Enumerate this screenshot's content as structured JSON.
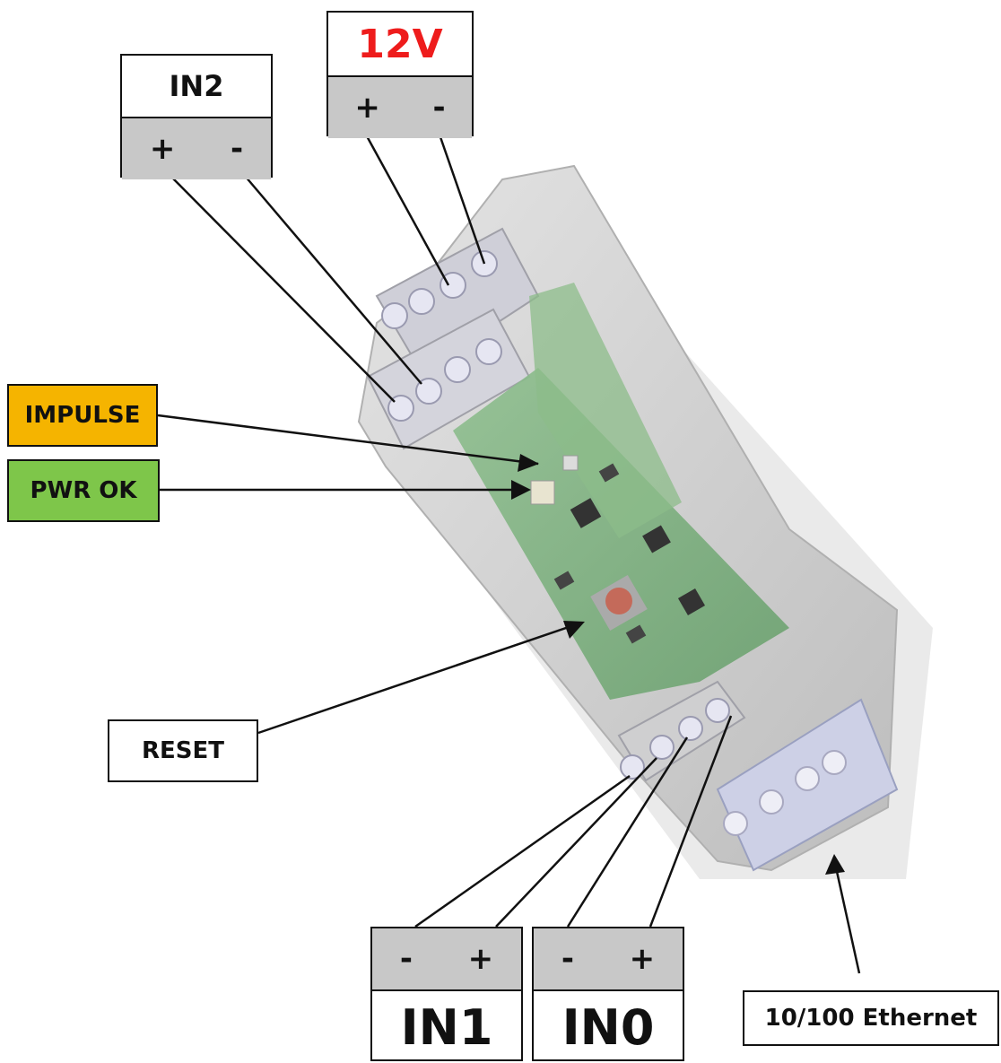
{
  "terminals": {
    "in2": {
      "title": "IN2",
      "plus": "+",
      "minus": "-"
    },
    "v12": {
      "title": "12V",
      "plus": "+",
      "minus": "-",
      "title_color": "#ee1c1c"
    },
    "in1": {
      "title": "IN1",
      "plus": "+",
      "minus": "-"
    },
    "in0": {
      "title": "IN0",
      "plus": "+",
      "minus": "-"
    }
  },
  "labels": {
    "impulse": {
      "text": "IMPULSE",
      "color": "#f5b400"
    },
    "pwr_ok": {
      "text": "PWR OK",
      "color": "#7ec64a"
    },
    "reset": {
      "text": "RESET"
    },
    "ethernet": {
      "text": "10/100 Ethernet"
    }
  }
}
